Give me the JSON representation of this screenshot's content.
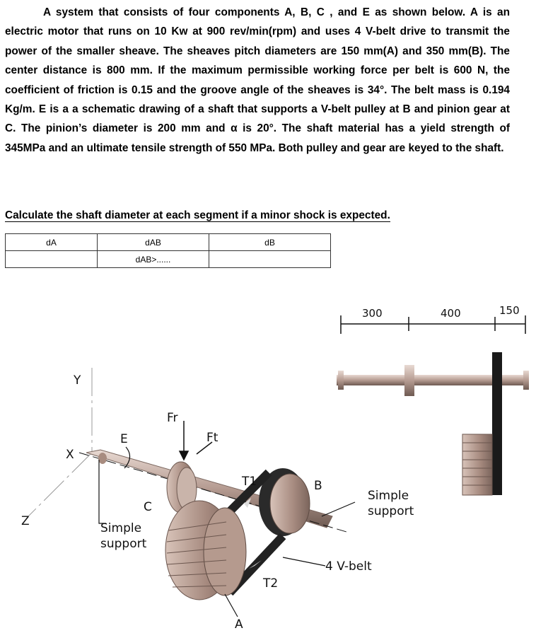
{
  "problem": {
    "text": "A system that consists of four components A, B, C , and E as shown below. A is an electric motor that runs on 10 Kw at 900 rev/min(rpm) and uses 4 V-belt drive to transmit the power of the smaller sheave. The sheaves pitch diameters are 150 mm(A) and 350 mm(B). The center distance is 800 mm. If the maximum permissible working force per belt is 600 N, the coefficient of friction is 0.15 and the groove angle of the sheaves is 34°. The belt mass is 0.194 Kg/m. E is a a schematic drawing of a shaft that supports a V-belt pulley at B and pinion gear at C. The pinion’s diameter is 200 mm and α is 20°. The shaft material has a yield strength of 345MPa and an ultimate tensile strength of 550 MPa. Both pulley and gear are keyed to the shaft."
  },
  "question": "Calculate the shaft diameter at each segment if a minor shock is expected.",
  "table": {
    "headers": [
      "dA",
      "dAB",
      "dB"
    ],
    "row": [
      "",
      "dAB>......",
      ""
    ]
  },
  "figure": {
    "dimensions": [
      "300",
      "400",
      "150"
    ],
    "axes": {
      "y": "Y",
      "x": "X",
      "z": "Z"
    },
    "labels": {
      "e": "E",
      "fr": "Fr",
      "ft": "Ft",
      "c": "C",
      "t1": "T1",
      "t2": "T2",
      "b": "B",
      "a": "A",
      "support_left_1": "Simple",
      "support_left_2": "support",
      "support_right_1": "Simple",
      "support_right_2": "support",
      "vbelt": "4 V-belt"
    }
  }
}
